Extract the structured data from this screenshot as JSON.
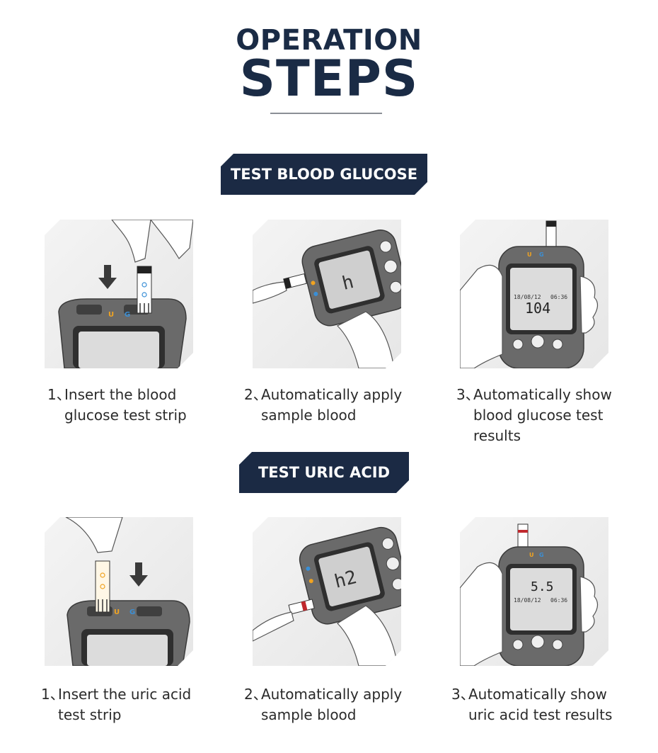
{
  "header": {
    "title_line1": "OPERATION",
    "title_line2": "STEPS"
  },
  "sections": [
    {
      "banner": "TEST BLOOD GLUCOSE",
      "steps": [
        {
          "number": "1、",
          "lines": [
            "Insert the blood",
            "glucose test strip"
          ]
        },
        {
          "number": "2、",
          "lines": [
            "Automatically apply",
            "sample blood"
          ]
        },
        {
          "number": "3、",
          "lines": [
            "Automatically show",
            "blood glucose test",
            "results"
          ]
        }
      ],
      "screens": {
        "apply_display": "h",
        "result_date": "18/08/12",
        "result_time": "06:36",
        "result_value": "104",
        "strip_labels": [
          "U",
          "G"
        ]
      }
    },
    {
      "banner": "TEST URIC ACID",
      "steps": [
        {
          "number": "1、",
          "lines": [
            "Insert the uric acid",
            "test strip"
          ]
        },
        {
          "number": "2、",
          "lines": [
            "Automatically apply",
            "sample blood"
          ]
        },
        {
          "number": "3、",
          "lines": [
            "Automatically show",
            "uric acid test results"
          ]
        }
      ],
      "screens": {
        "apply_display": "h2",
        "result_value": "5.5",
        "result_date": "18/08/12",
        "result_time": "06:36",
        "strip_labels": [
          "U",
          "G"
        ]
      }
    }
  ],
  "colors": {
    "navy": "#1b2a44",
    "device_gray": "#6a6a6a",
    "uric_port": "#f0a321",
    "glucose_port": "#3a8fd6"
  }
}
